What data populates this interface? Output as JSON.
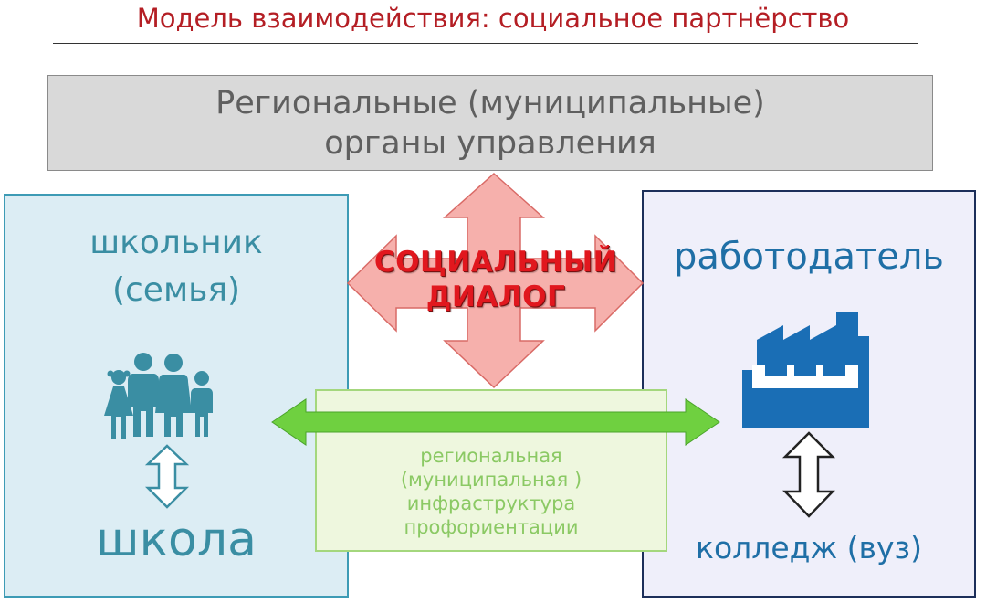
{
  "title": "Модель взаимодействия: социальное партнёрство",
  "government": {
    "line1": "Региональные (муниципальные)",
    "line2": "органы управления"
  },
  "student": {
    "line1": "школьник",
    "line2": "(семья)"
  },
  "school": "школа",
  "employer": "работодатель",
  "college": "колледж (вуз)",
  "dialog": {
    "line1": "СОЦИАЛЬНЫЙ",
    "line2": "ДИАЛОГ"
  },
  "infrastructure": {
    "line1": "региональная",
    "line2": "(муниципальная )",
    "line3": "инфраструктура",
    "line4": "профориентации"
  },
  "icons": [
    "family-icon",
    "factory-icon"
  ],
  "colors": {
    "title": "#b41e24",
    "teal": "#3a8ea3",
    "employer_blue": "#1f6fa6",
    "factory_blue": "#1a6eb5",
    "dialog_red": "#e1171e",
    "arrow_pink": "#f5aaa6",
    "arrow_green": "#6fd040",
    "infra_green": "#8bc964"
  }
}
